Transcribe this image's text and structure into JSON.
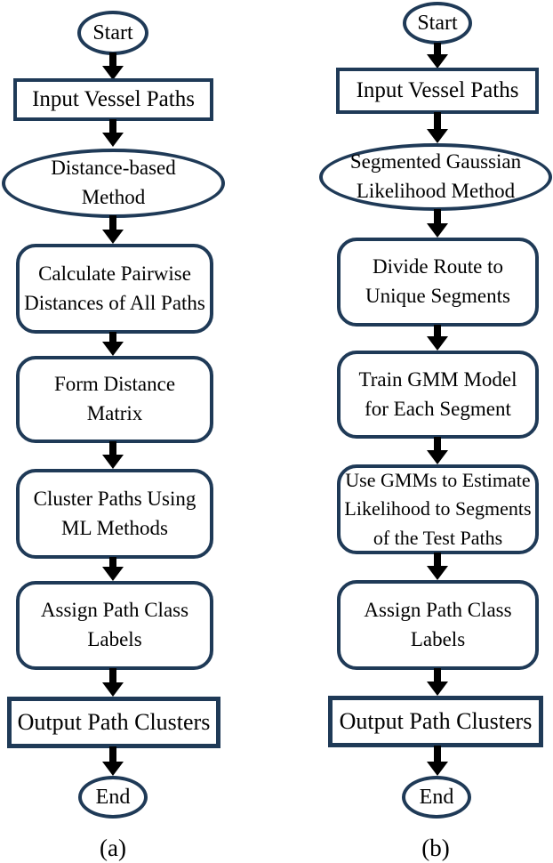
{
  "diagram": {
    "type": "flowchart-pair",
    "colors": {
      "shape_outline": "#1f3a57",
      "arrow": "#000000",
      "text": "#000000",
      "background": "#ffffff"
    },
    "flowcharts": [
      {
        "caption": "(a)",
        "nodes": [
          {
            "label": "Start",
            "shape": "ellipse-terminator"
          },
          {
            "label": "Input Vessel Paths",
            "shape": "rectangle"
          },
          {
            "label": "Distance-based\nMethod",
            "shape": "ellipse"
          },
          {
            "label": "Calculate Pairwise\nDistances of All Paths",
            "shape": "rounded-rectangle"
          },
          {
            "label": "Form Distance\nMatrix",
            "shape": "rounded-rectangle"
          },
          {
            "label": "Cluster Paths Using\nML Methods",
            "shape": "rounded-rectangle"
          },
          {
            "label": "Assign Path Class\nLabels",
            "shape": "rounded-rectangle"
          },
          {
            "label": "Output Path Clusters",
            "shape": "rectangle"
          },
          {
            "label": "End",
            "shape": "ellipse-terminator"
          }
        ]
      },
      {
        "caption": "(b)",
        "nodes": [
          {
            "label": "Start",
            "shape": "ellipse-terminator"
          },
          {
            "label": "Input Vessel Paths",
            "shape": "rectangle"
          },
          {
            "label": "Segmented  Gaussian\nLikelihood Method",
            "shape": "ellipse"
          },
          {
            "label": "Divide Route to\nUnique Segments",
            "shape": "rounded-rectangle"
          },
          {
            "label": "Train GMM Model\nfor Each Segment",
            "shape": "rounded-rectangle"
          },
          {
            "label": "Use GMMs to Estimate\nLikelihood to Segments\nof the Test Paths",
            "shape": "rounded-rectangle"
          },
          {
            "label": "Assign Path Class\nLabels",
            "shape": "rounded-rectangle"
          },
          {
            "label": "Output Path Clusters",
            "shape": "rectangle"
          },
          {
            "label": "End",
            "shape": "ellipse-terminator"
          }
        ]
      }
    ]
  }
}
